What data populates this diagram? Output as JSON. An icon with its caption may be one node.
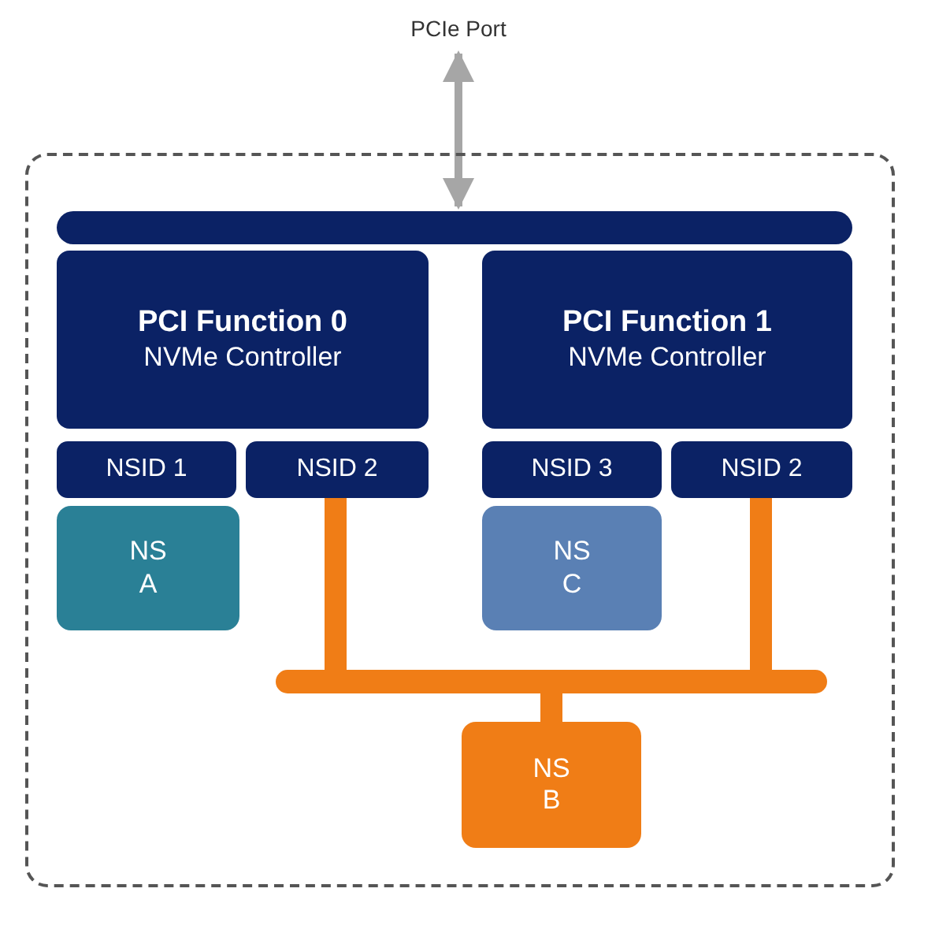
{
  "diagram": {
    "nodes": [
      {
        "text": [
          "PCIe Port"
        ]
      },
      {
        "text": [],
        "shape": "box"
      },
      {
        "text": [],
        "shape": "bar",
        "in": 1
      },
      {
        "text": [
          "PCI Function 0",
          "NVMe Controller"
        ],
        "in": 1
      },
      {
        "text": [
          "PCI Function 1",
          "NVMe Controller"
        ],
        "in": 1
      },
      {
        "text": [
          "NSID 1"
        ],
        "in": 1
      },
      {
        "text": [
          "NSID 2"
        ],
        "in": 1
      },
      {
        "text": [
          "NSID 3"
        ],
        "in": 1
      },
      {
        "text": [
          "NSID 2"
        ],
        "in": 1
      },
      {
        "text": [
          "NS A"
        ],
        "in": 1
      },
      {
        "text": [
          "NS C"
        ],
        "in": 1
      },
      {
        "text": [
          "NS B"
        ],
        "in": 1
      },
      {
        "text": [],
        "shape": "bar",
        "in": 1
      }
    ],
    "edges": [
      {
        "from": 0,
        "to": 2,
        "arrow": "both",
        "color": "#a6a6a6"
      },
      {
        "from": 6,
        "to": 12,
        "arrow": "none"
      },
      {
        "from": 8,
        "to": 12,
        "arrow": "none"
      },
      {
        "from": 12,
        "to": 11,
        "arrow": "none"
      }
    ]
  }
}
